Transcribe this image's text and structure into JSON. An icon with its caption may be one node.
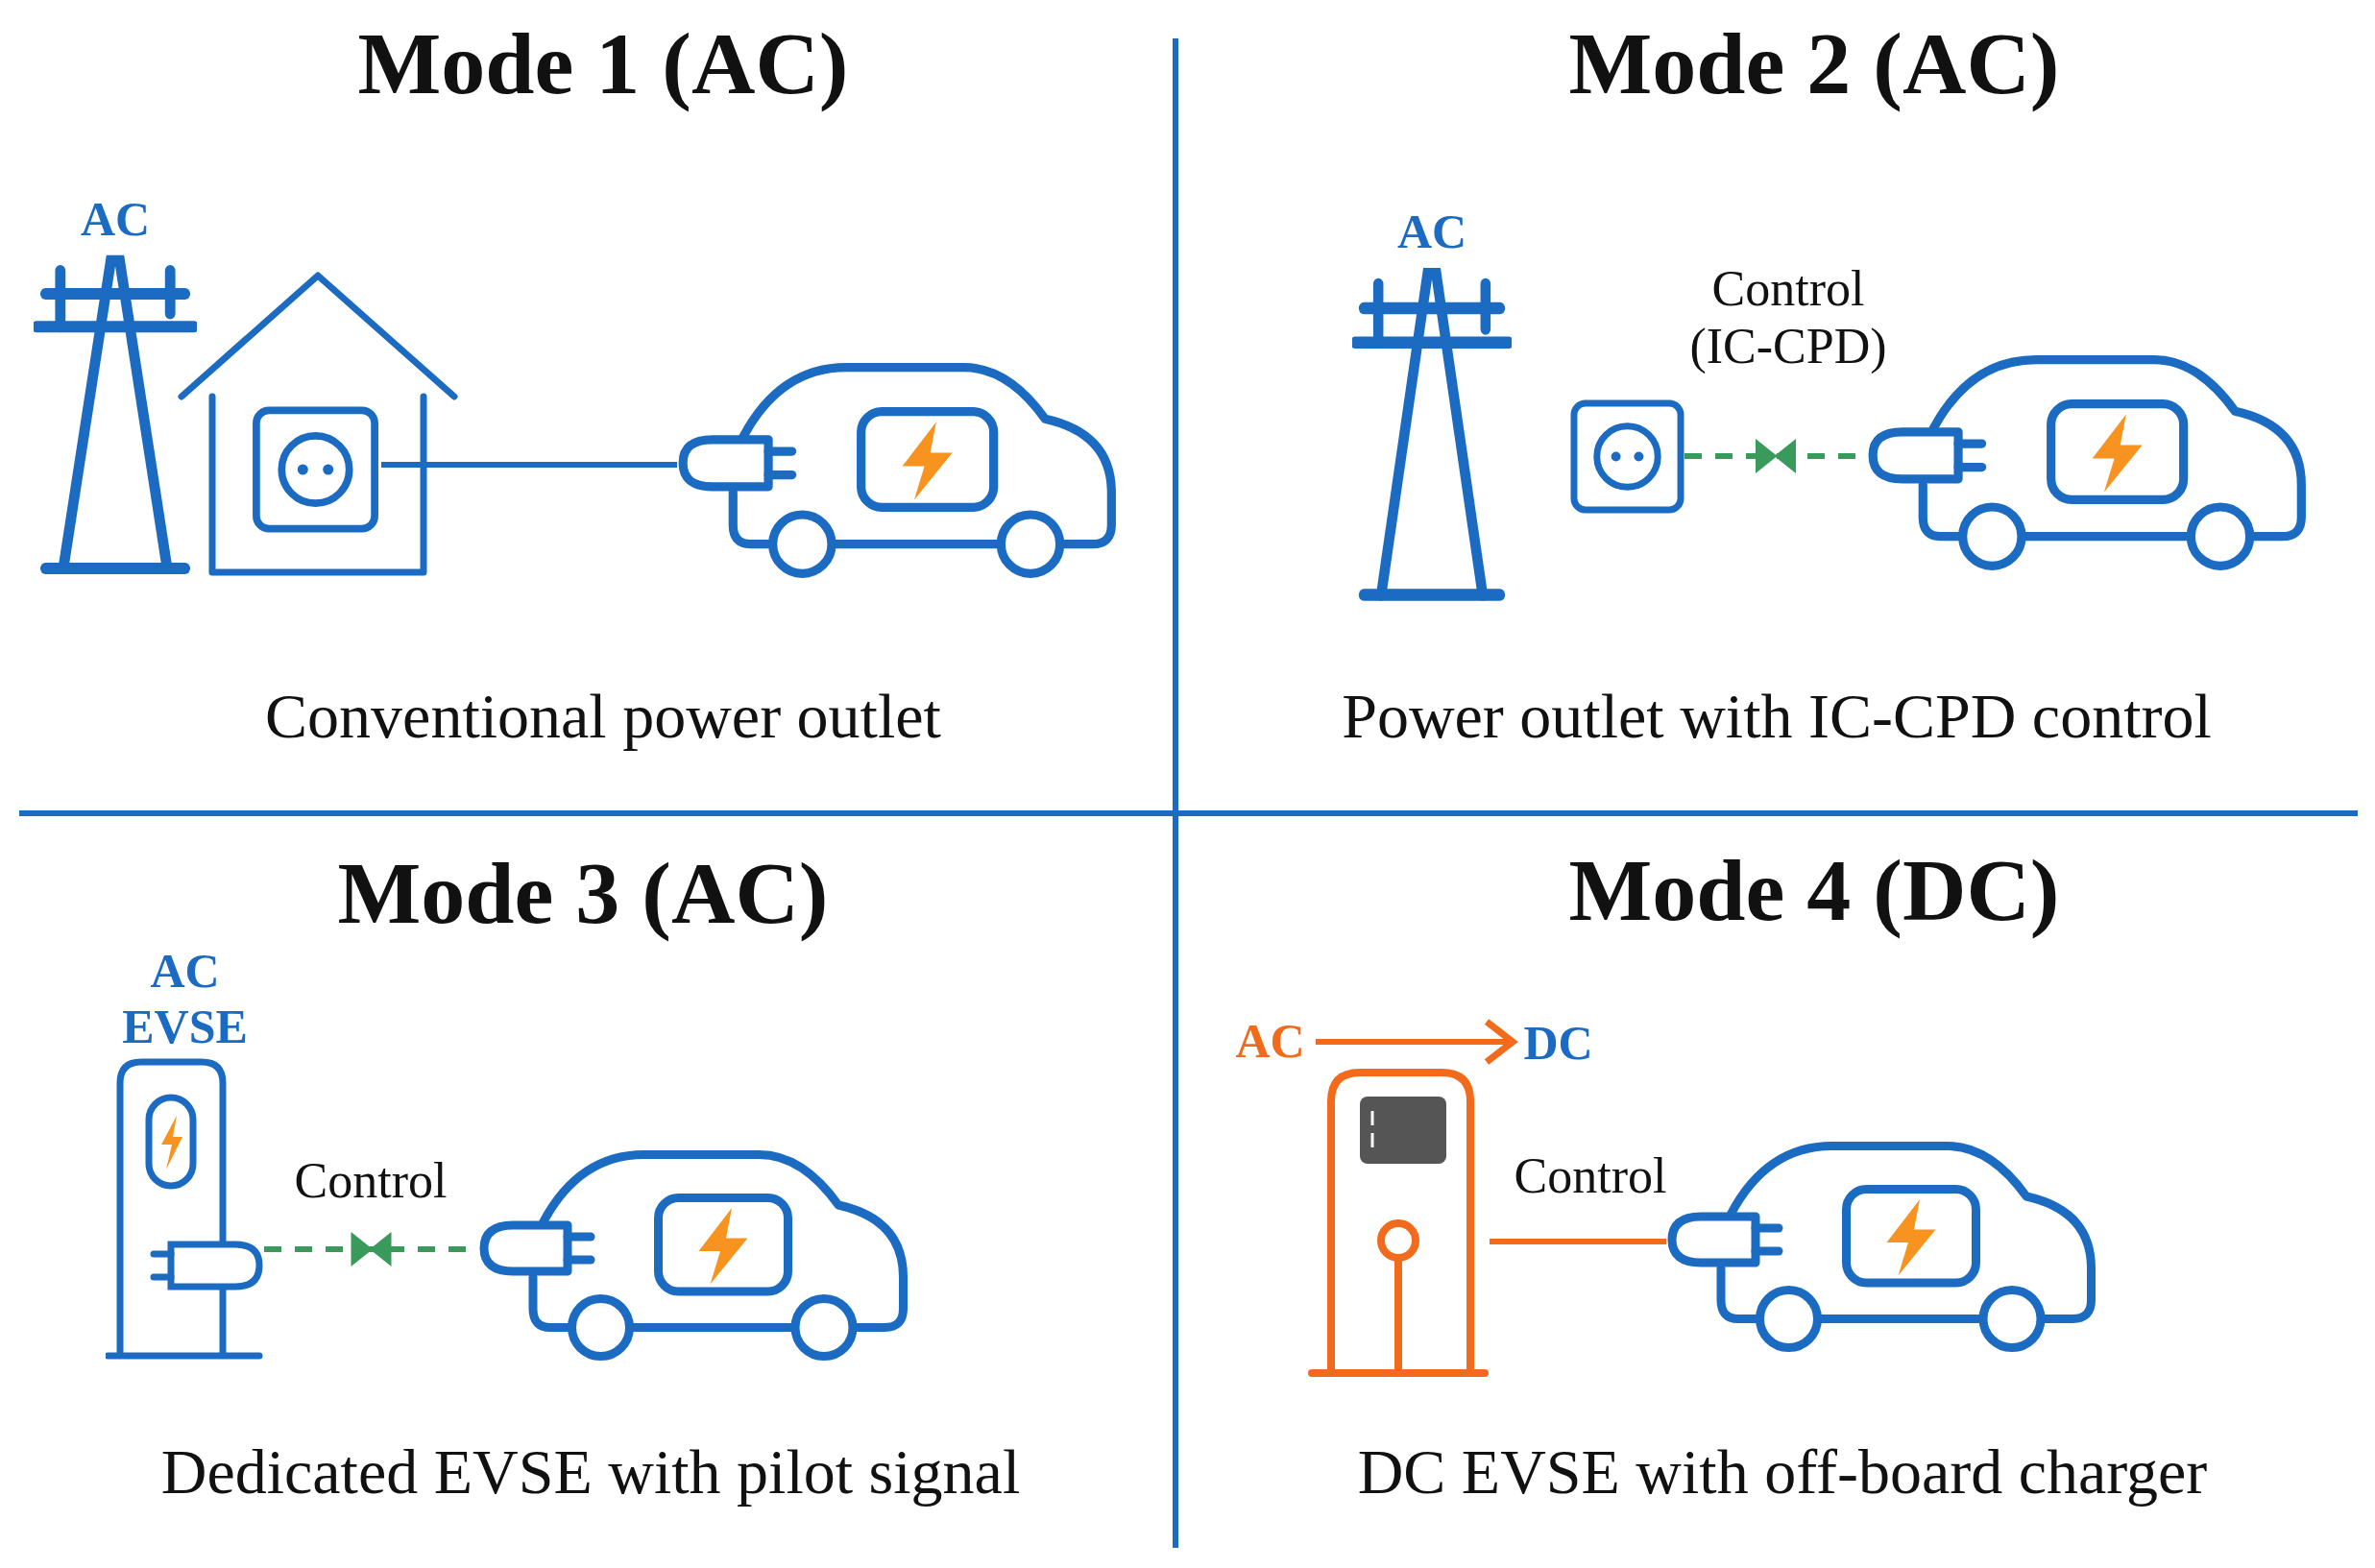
{
  "diagram": {
    "nodes": [
      {
        "text": [
          "AC"
        ]
      },
      {
        "text": [],
        "shape": "box"
      },
      {
        "text": [],
        "shape": "picture"
      },
      {
        "text": [
          "AC"
        ]
      },
      {
        "text": [],
        "shape": "box"
      },
      {
        "text": [],
        "shape": "picture"
      },
      {
        "text": [
          "AC EVSE"
        ]
      },
      {
        "text": [],
        "shape": "picture"
      },
      {
        "text": [
          "AC"
        ]
      },
      {
        "text": [
          "DC"
        ]
      },
      {
        "text": [],
        "shape": "picture"
      },
      {
        "text": [],
        "shape": "picture"
      }
    ],
    "edges": [
      {
        "from": 1,
        "to": 2,
        "arrow": "none",
        "color": "#1a6bc1"
      },
      {
        "from": 4,
        "to": 5,
        "arrow": "none",
        "style": "dashed",
        "color": "#3a9a5b",
        "label": "Control (IC-CPD)"
      },
      {
        "from": 6,
        "to": 7,
        "arrow": "none",
        "style": "dashed",
        "color": "#3a9a5b",
        "label": "Control"
      },
      {
        "from": 8,
        "to": 9,
        "arrow": "to",
        "color": "#f26a1b"
      },
      {
        "from": 10,
        "to": 11,
        "arrow": "none",
        "color": "#f26a1b",
        "label": "Control"
      }
    ],
    "labels": [
      "Mode 1 (AC)",
      "Mode 2 (AC)",
      "Conventional power outlet",
      "Power outlet with IC-CPD control",
      "Mode 3 (AC)",
      "Mode 4 (DC)",
      "Dedicated EVSE with pilot signal",
      "DC EVSE with off-board charger"
    ]
  }
}
